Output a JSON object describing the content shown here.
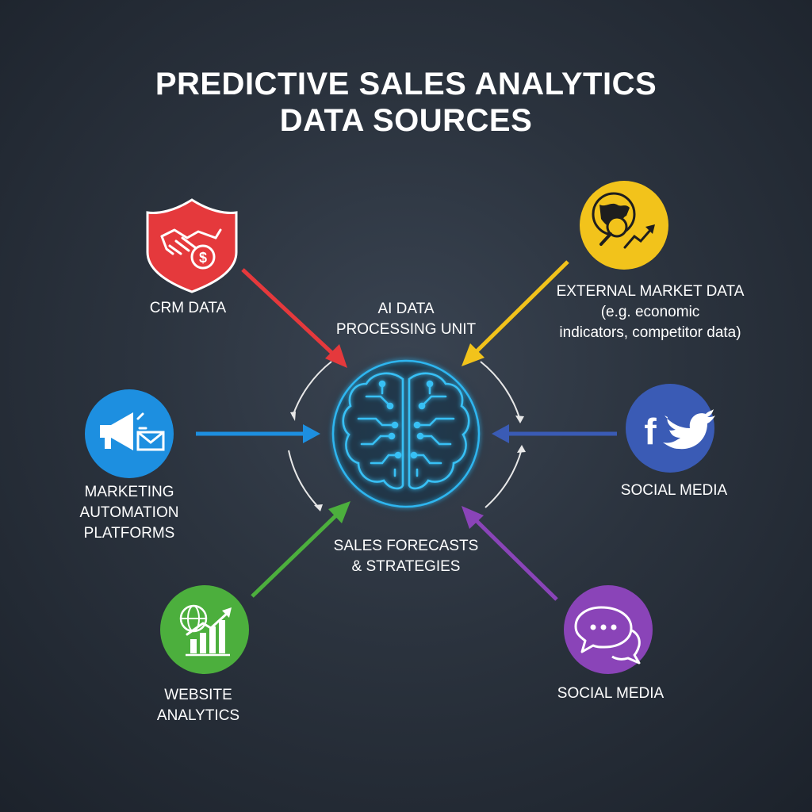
{
  "title": {
    "line1": "PREDICTIVE SALES ANALYTICS",
    "line2": "DATA SOURCES"
  },
  "center": {
    "top_label_line1": "AI DATA",
    "top_label_line2": "PROCESSING UNIT",
    "bottom_label_line1": "SALES FORECASTS",
    "bottom_label_line2": "& STRATEGIES",
    "icon": "brain-circuit-icon",
    "ring_color": "#2fb6f0"
  },
  "sources": {
    "crm": {
      "label": "CRM DATA",
      "icon": "handshake-shield-icon",
      "color": "#e5393c"
    },
    "external": {
      "label_line1": "EXTERNAL MARKET DATA",
      "label_line2": "(e.g. economic",
      "label_line3": "indicators, competitor data)",
      "icon": "globe-chart-icon",
      "color": "#f2c31b"
    },
    "marketing": {
      "label_line1": "MARKETING",
      "label_line2": "AUTOMATION",
      "label_line3": "PLATFORMS",
      "icon": "megaphone-mail-icon",
      "color": "#1d8fe0"
    },
    "social_top": {
      "label": "SOCIAL MEDIA",
      "icon": "facebook-twitter-icon",
      "color": "#3a5bb5"
    },
    "website": {
      "label_line1": "WEBSITE",
      "label_line2": "ANALYTICS",
      "icon": "web-bar-chart-icon",
      "color": "#4caf3d"
    },
    "social_bottom": {
      "label": "SOCIAL MEDIA",
      "icon": "chat-bubbles-icon",
      "color": "#8a44b8"
    }
  }
}
